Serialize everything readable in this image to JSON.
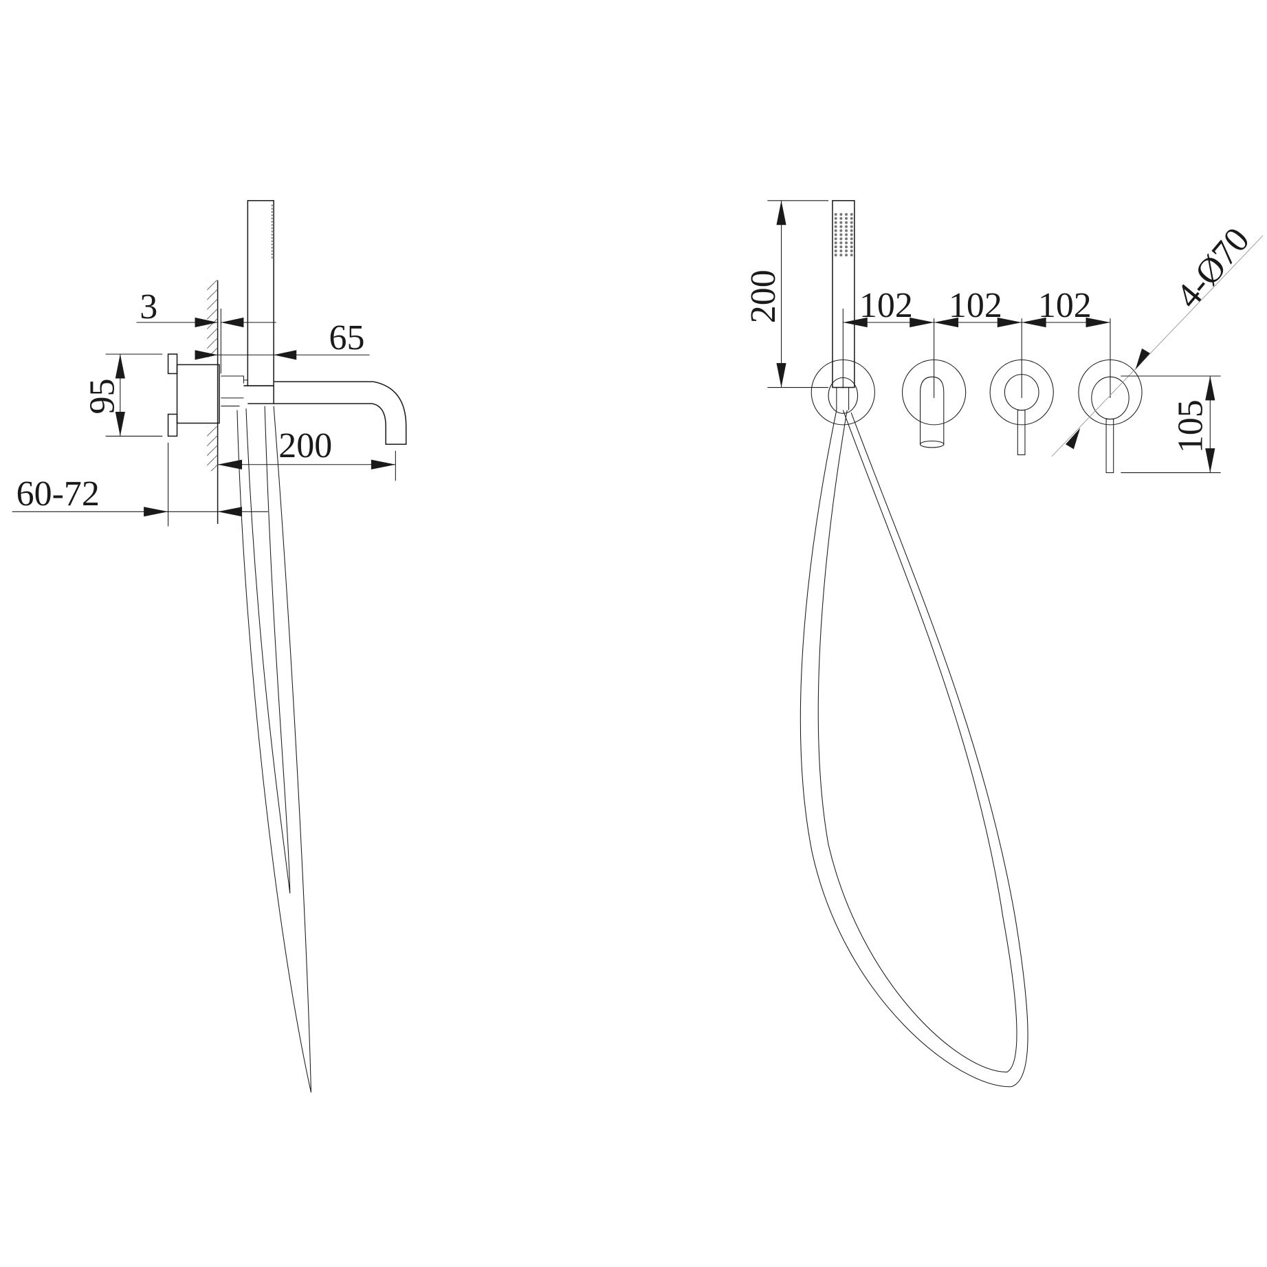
{
  "side_view": {
    "dim_wall_gap": "3",
    "dim_projection": "65",
    "dim_valve_height": "95",
    "dim_spout_reach": "200",
    "dim_install_depth": "60-72"
  },
  "front_view": {
    "dim_handshower_height": "200",
    "dim_spacing_1": "102",
    "dim_spacing_2": "102",
    "dim_spacing_3": "102",
    "dim_rosette_diameter": "4-Ø70",
    "dim_lever_height": "105"
  },
  "colors": {
    "line": "#1a1a1a",
    "background": "#ffffff"
  }
}
